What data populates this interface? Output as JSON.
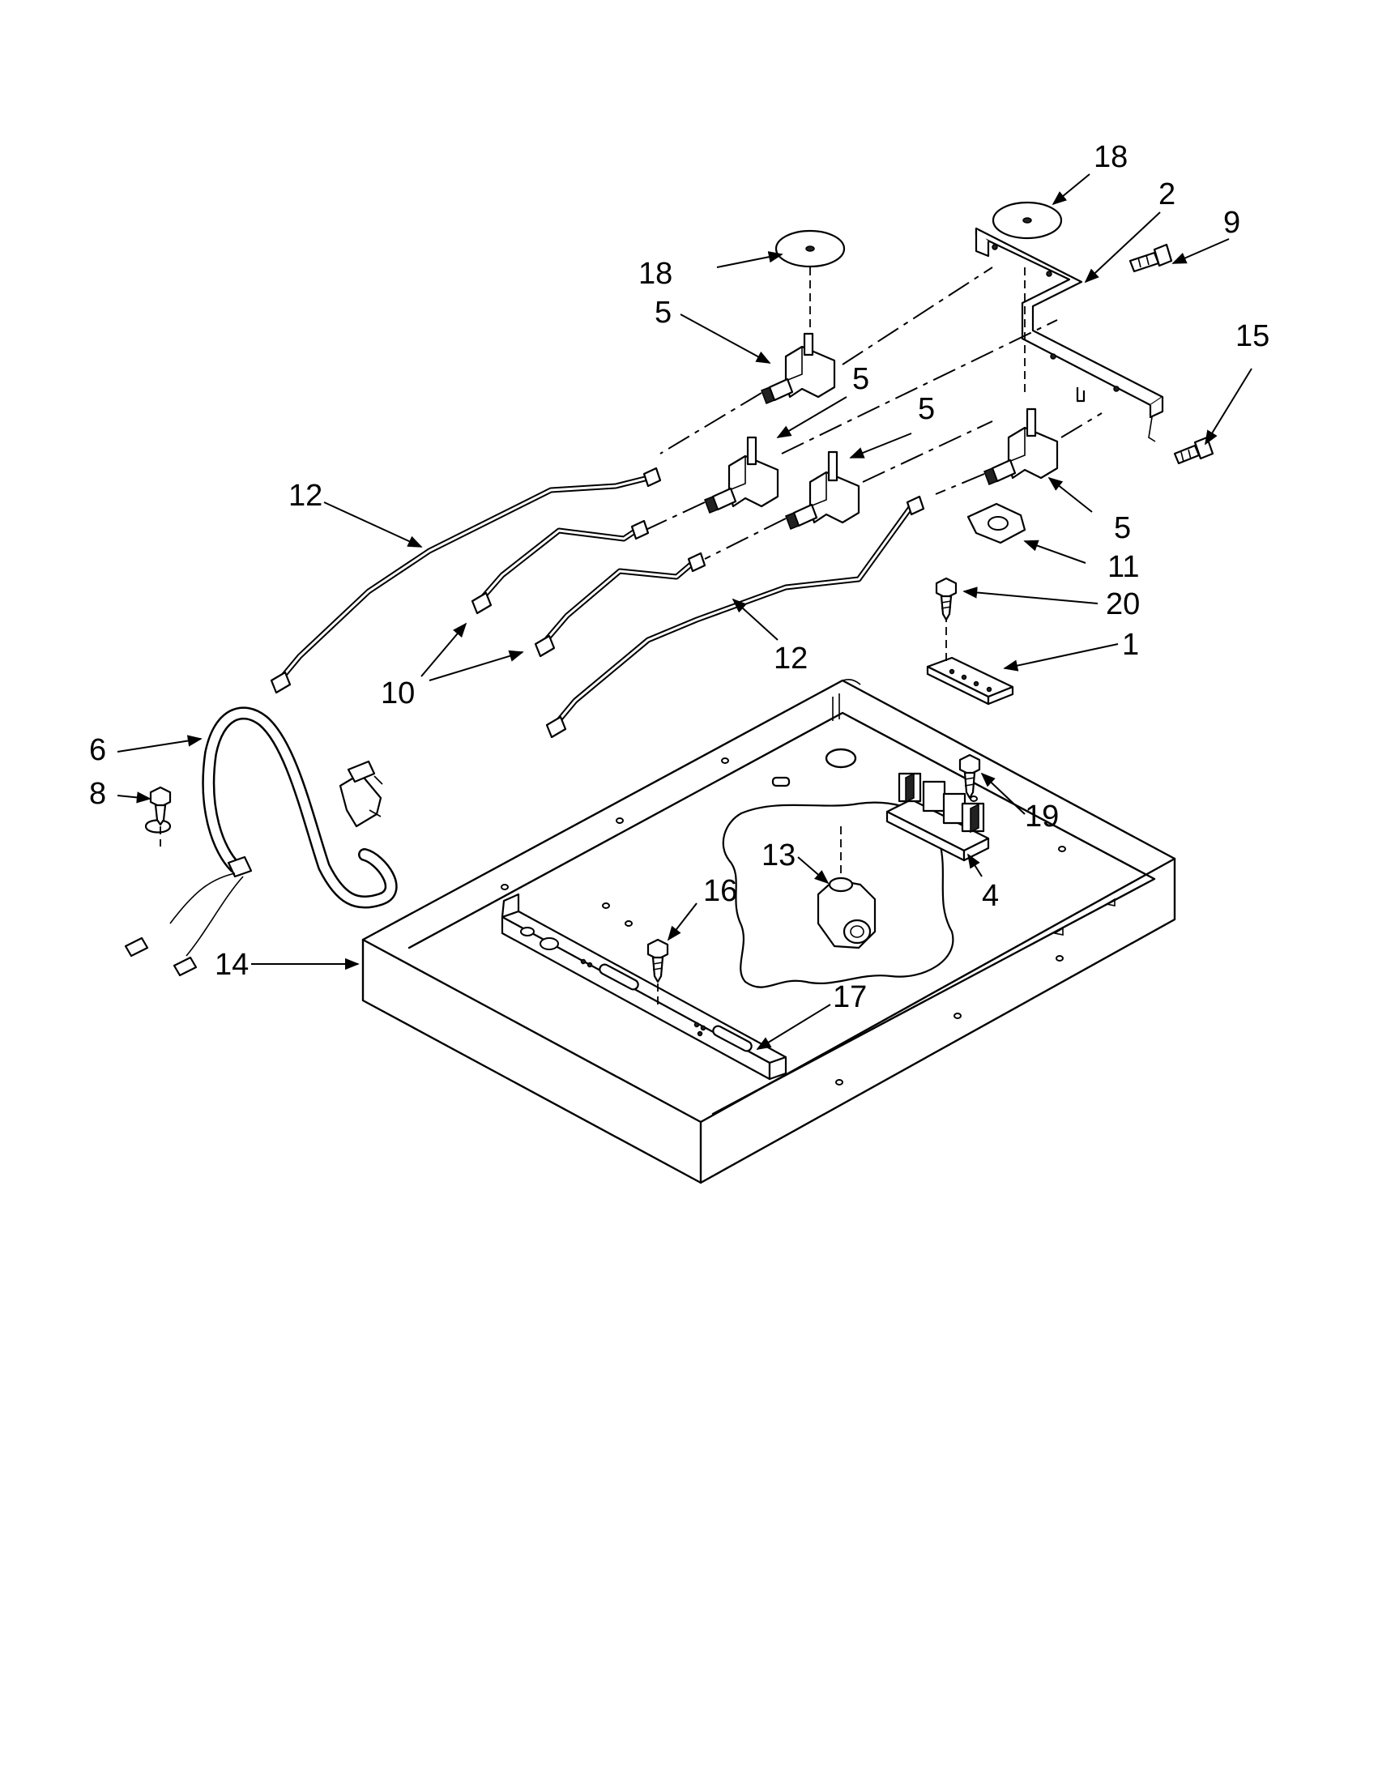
{
  "callouts": {
    "c18a": "18",
    "c18b": "18",
    "c2": "2",
    "c9": "9",
    "c15": "15",
    "c5a": "5",
    "c5b": "5",
    "c5c": "5",
    "c5d": "5",
    "c11": "11",
    "c20": "20",
    "c1": "1",
    "c12a": "12",
    "c12b": "12",
    "c10": "10",
    "c6": "6",
    "c8": "8",
    "c19": "19",
    "c13": "13",
    "c4": "4",
    "c16": "16",
    "c14": "14",
    "c17": "17"
  }
}
